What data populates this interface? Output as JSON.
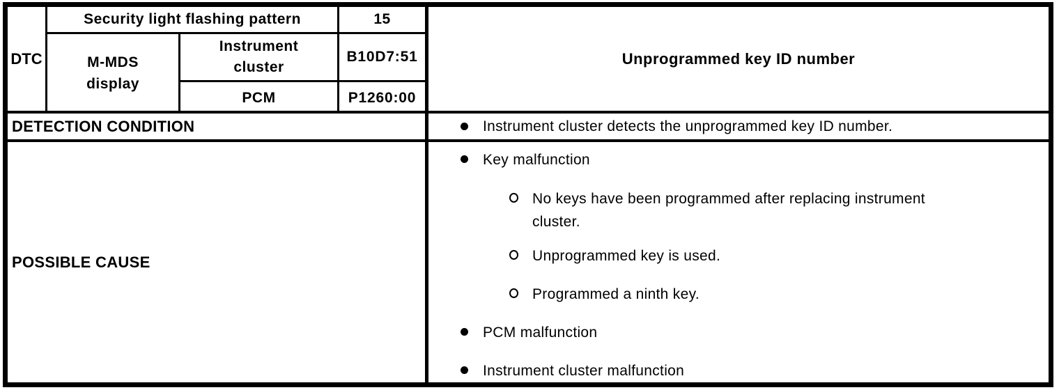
{
  "table": {
    "dtc": {
      "label": "DTC",
      "security_row": {
        "label": "Security light flashing pattern",
        "value": "15"
      },
      "mmds_label": "M-MDS display",
      "rows": [
        {
          "module": "Instrument cluster",
          "code": "B10D7:51"
        },
        {
          "module": "PCM",
          "code": "P1260:00"
        }
      ],
      "description": "Unprogrammed key ID number"
    },
    "detection": {
      "label": "DETECTION CONDITION",
      "items": [
        {
          "level": 1,
          "text": "Instrument cluster detects the unprogrammed key ID number."
        }
      ]
    },
    "possible_cause": {
      "label": "POSSIBLE CAUSE",
      "items": [
        {
          "level": 1,
          "text": "Key malfunction"
        },
        {
          "level": 2,
          "text": "No keys have been programmed after replacing instrument cluster."
        },
        {
          "level": 2,
          "text": "Unprogrammed key is used."
        },
        {
          "level": 2,
          "text": "Programmed a ninth key."
        },
        {
          "level": 1,
          "text": "PCM malfunction"
        },
        {
          "level": 1,
          "text": "Instrument cluster malfunction"
        }
      ]
    }
  },
  "colors": {
    "border": "#000000",
    "background": "#ffffff",
    "text": "#000000"
  }
}
